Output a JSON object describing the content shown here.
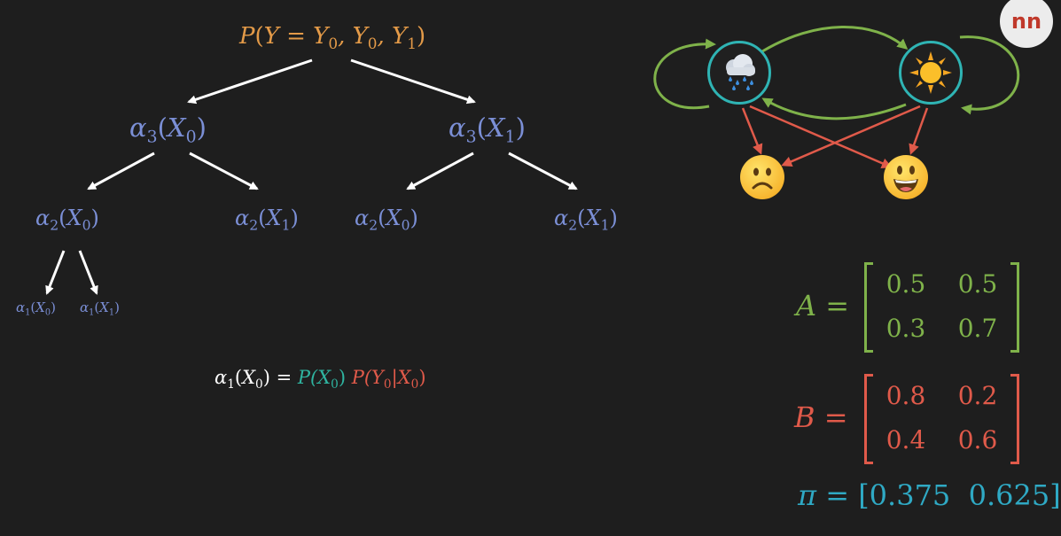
{
  "tree": {
    "root": {
      "fn": "P",
      "args": "Y = Y",
      "sub1": "0",
      "mid": ", Y",
      "sub2": "0",
      "mid2": ", Y",
      "sub3": "1"
    },
    "level3": [
      {
        "alpha": "α",
        "alpha_sub": "3",
        "var": "X",
        "var_sub": "0"
      },
      {
        "alpha": "α",
        "alpha_sub": "3",
        "var": "X",
        "var_sub": "1"
      }
    ],
    "level2": [
      {
        "alpha": "α",
        "alpha_sub": "2",
        "var": "X",
        "var_sub": "0"
      },
      {
        "alpha": "α",
        "alpha_sub": "2",
        "var": "X",
        "var_sub": "1"
      },
      {
        "alpha": "α",
        "alpha_sub": "2",
        "var": "X",
        "var_sub": "0"
      },
      {
        "alpha": "α",
        "alpha_sub": "2",
        "var": "X",
        "var_sub": "1"
      }
    ],
    "level1": [
      {
        "alpha": "α",
        "alpha_sub": "1",
        "var": "X",
        "var_sub": "0"
      },
      {
        "alpha": "α",
        "alpha_sub": "1",
        "var": "X",
        "var_sub": "1"
      }
    ]
  },
  "equation": {
    "lhs_alpha": "α",
    "lhs_alpha_sub": "1",
    "lhs_var": "X",
    "lhs_var_sub": "0",
    "equals": " = ",
    "prior": "P(X",
    "prior_sub": "0",
    "prior_close": ")",
    "emission": "P(Y",
    "emission_sub1": "0",
    "emission_mid": "|X",
    "emission_sub2": "0",
    "emission_close": ")"
  },
  "hmm": {
    "states": [
      "rain-cloud-icon",
      "sun-icon"
    ],
    "observations": [
      "sad-face-icon",
      "happy-face-icon"
    ]
  },
  "matrices": {
    "A": {
      "label": "A =",
      "rows": [
        [
          "0.5",
          "0.5"
        ],
        [
          "0.3",
          "0.7"
        ]
      ]
    },
    "B": {
      "label": "B =",
      "rows": [
        [
          "0.8",
          "0.2"
        ],
        [
          "0.4",
          "0.6"
        ]
      ]
    },
    "pi": {
      "label": "π",
      "eq": " = [",
      "values": [
        "0.375",
        "0.625"
      ],
      "close": "]"
    }
  },
  "colors": {
    "orange": "#e39a48",
    "blue": "#7b8fd6",
    "white": "#ffffff",
    "teal": "#2fb4a0",
    "red": "#e05a4a",
    "green": "#7fb24a",
    "cyan": "#2fa9c4"
  },
  "logo": {
    "text": "nn"
  }
}
